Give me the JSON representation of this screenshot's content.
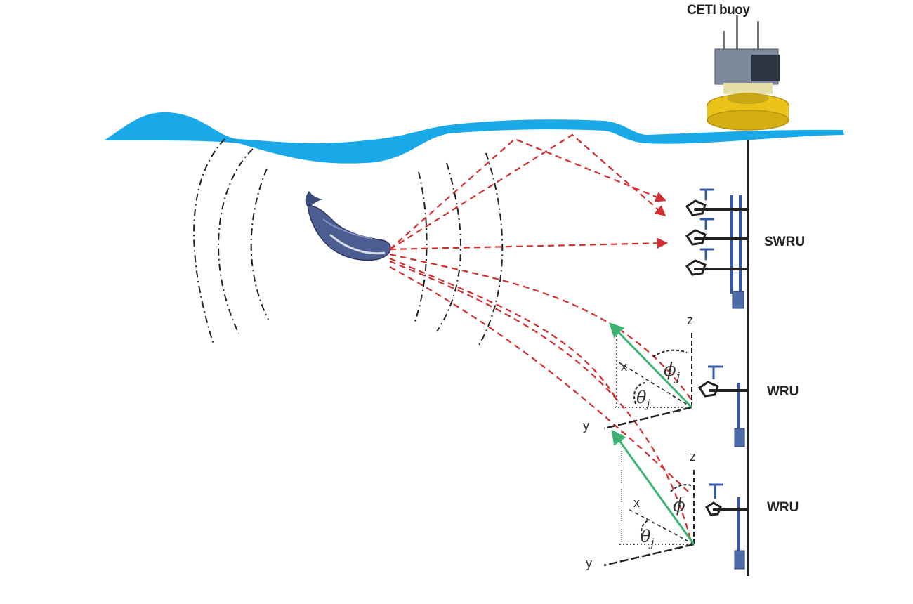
{
  "labels": {
    "buoy": "CETI buoy",
    "swru": "SWRU",
    "wru_upper": "WRU",
    "wru_lower": "WRU"
  },
  "axes": {
    "upper": {
      "x": "x",
      "y": "y",
      "z": "z",
      "theta": "θ",
      "theta_sub": "j",
      "phi": "ϕ",
      "phi_sub": "j"
    },
    "lower": {
      "x": "x",
      "y": "y",
      "z": "z",
      "theta": "θ",
      "theta_sub": "j",
      "phi": "ϕ"
    }
  },
  "colors": {
    "ocean": "#1aa9e8",
    "signal_path": "#d32f2f",
    "direction_vector": "#3cb371",
    "mooring_line": "#222222",
    "receiver_frame": "#3557a8",
    "buoy_float": "#e9c21a",
    "whale": "#3a4a7a"
  },
  "icons": {
    "whale": "sperm-whale-icon",
    "buoy": "buoy-icon",
    "receiver": "hydrophone-receiver-icon"
  }
}
